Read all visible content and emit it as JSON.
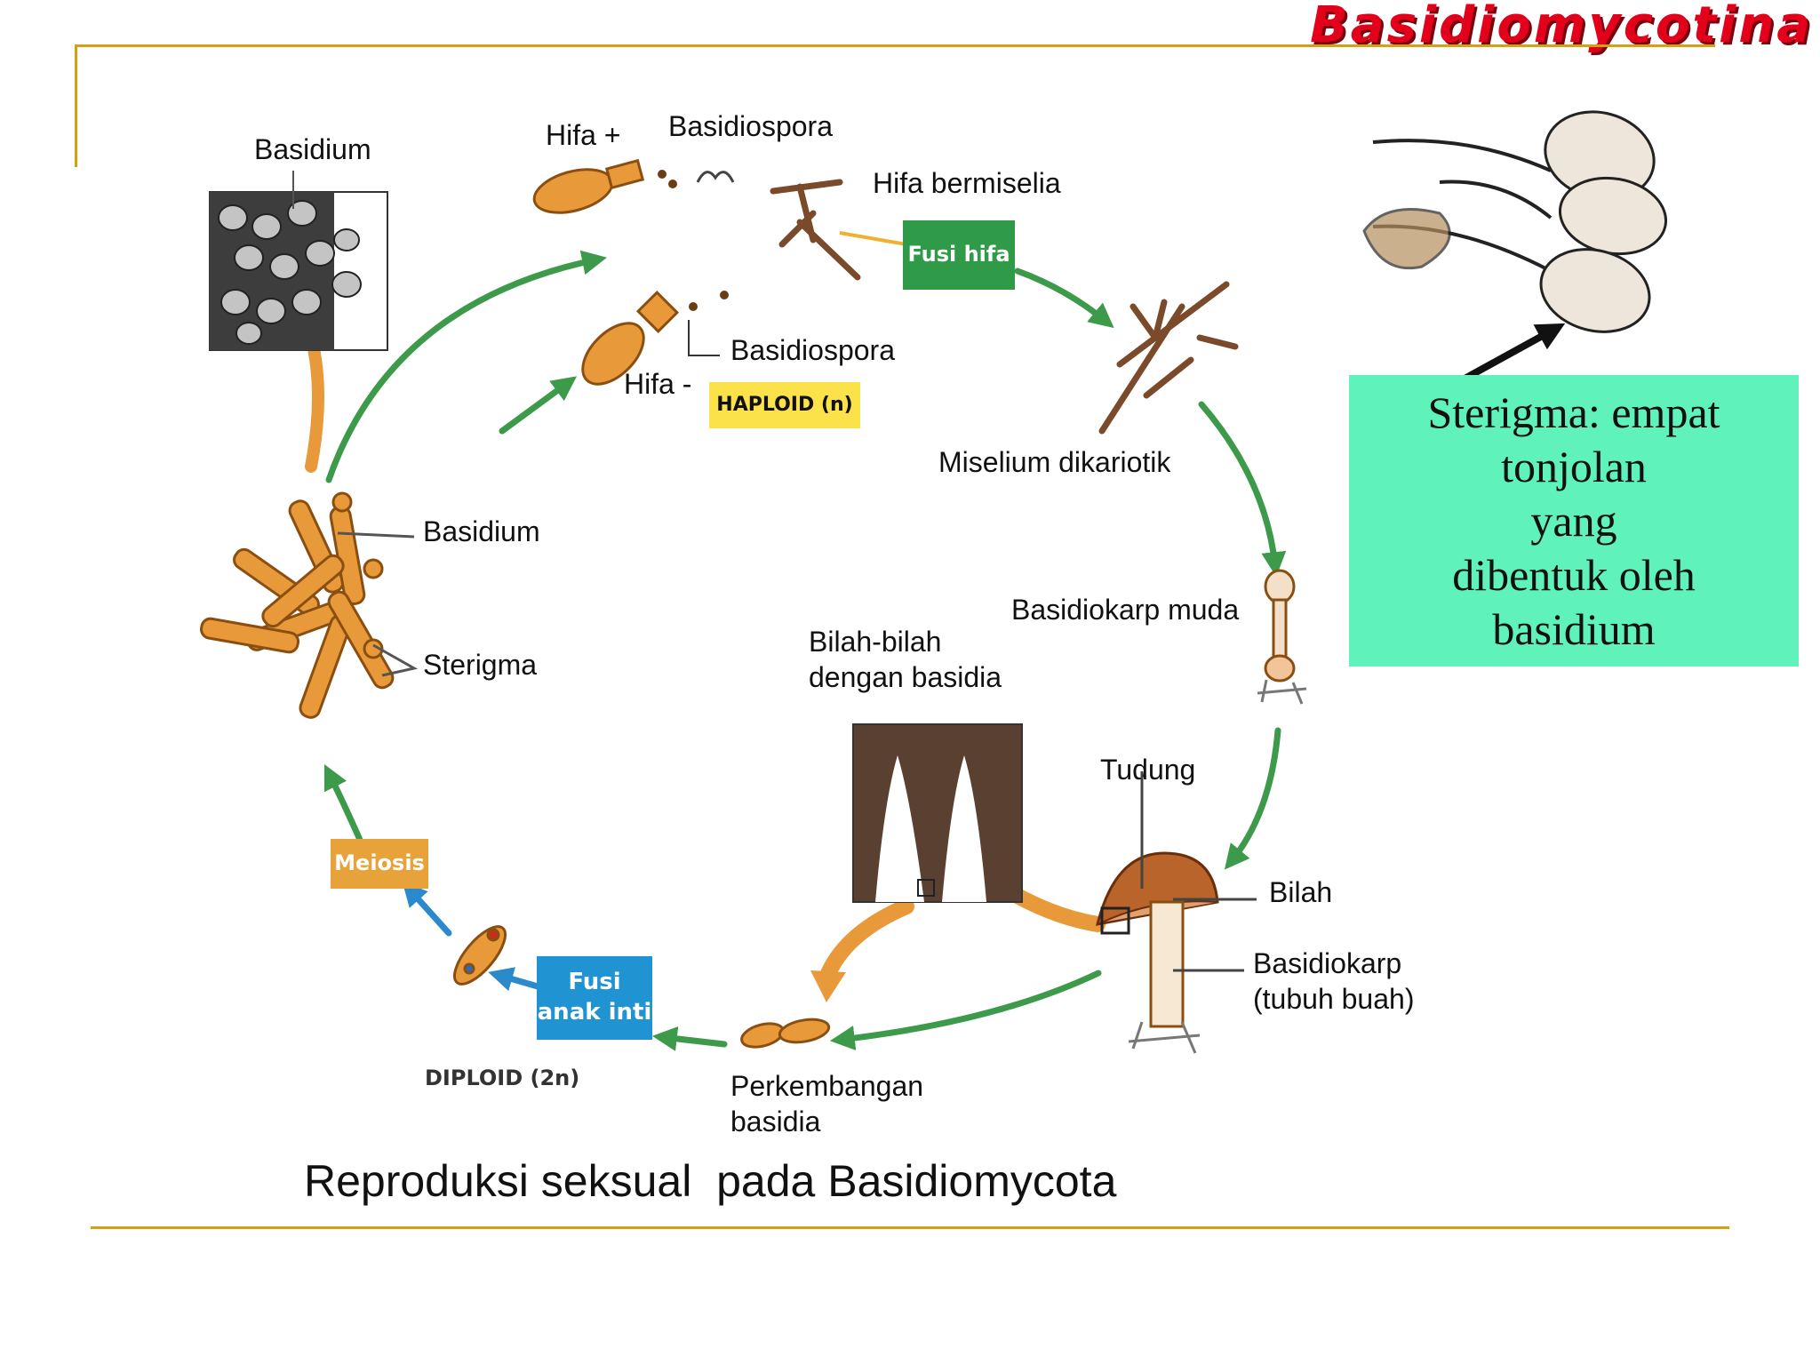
{
  "header": {
    "title": "Basidiomycotina"
  },
  "diagram": {
    "labels": {
      "basidium_top": "Basidium",
      "hifa_plus": "Hifa +",
      "basidiospora_top": "Basidiospora",
      "hifa_bermiselia": "Hifa bermiselia",
      "basidiospora_mid": "Basidiospora",
      "hifa_minus": "Hifa -",
      "miselium_dikariotik": "Miselium dikariotik",
      "basidium_mid": "Basidium",
      "sterigma": "Sterigma",
      "basidiokarp_muda": "Basidiokarp muda",
      "bilah_bilah_line1": "Bilah-bilah",
      "bilah_bilah_line2": "dengan basidia",
      "tudung": "Tudung",
      "bilah": "Bilah",
      "basidiokarp_line1": "Basidiokarp",
      "basidiokarp_line2": "(tubuh buah)",
      "perkembangan_line1": "Perkembangan",
      "perkembangan_line2": "basidia"
    },
    "tags": {
      "fusi_hifa": "Fusi hifa",
      "haploid": "HAPLOID (n)",
      "meiosis": "Meiosis",
      "fusi_anak_inti_line1": "Fusi",
      "fusi_anak_inti_line2": "anak inti",
      "diploid": "DIPLOID (2n)"
    },
    "caption": "Reproduksi seksual  pada Basidiomycota"
  },
  "note": {
    "lines": [
      "Sterigma: empat",
      "tonjolan",
      "yang",
      "dibentuk oleh",
      "basidium"
    ]
  },
  "colors": {
    "title_red": "#e2001a",
    "rule_gold": "#d1a214",
    "arrow_green": "#3d9a4a",
    "arrow_blue": "#2a8acb",
    "fusi_hifa_green": "#2f9a48",
    "haploid_yellow": "#fbe14a",
    "meiosis_orange": "#e8a23a",
    "fusi_blue": "#2093d3",
    "note_green": "#5ff2ba",
    "fungus_orange": "#e89a3a"
  }
}
